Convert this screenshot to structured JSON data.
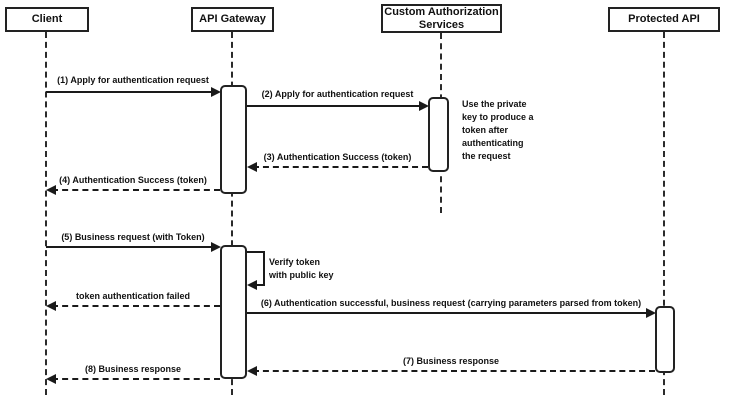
{
  "diagram": {
    "type": "sequence-diagram",
    "colors": {
      "stroke": "#1a1a1a",
      "background": "#ffffff",
      "box_fill": "#ffffff"
    },
    "participants": [
      {
        "label": "Client"
      },
      {
        "label": "API Gateway"
      },
      {
        "label": "Custom Authorization Services"
      },
      {
        "label": "Protected API"
      }
    ],
    "messages": [
      {
        "label": "(1) Apply for authentication request",
        "from": "Client",
        "to": "API Gateway",
        "style": "solid"
      },
      {
        "label": "(2) Apply for authentication request",
        "from": "API Gateway",
        "to": "Custom Authorization Services",
        "style": "solid"
      },
      {
        "label": "(3) Authentication Success (token)",
        "from": "Custom Authorization Services",
        "to": "API Gateway",
        "style": "dashed"
      },
      {
        "label": "(4) Authentication Success (token)",
        "from": "API Gateway",
        "to": "Client",
        "style": "dashed"
      },
      {
        "label": "(5) Business request (with Token)",
        "from": "Client",
        "to": "API Gateway",
        "style": "solid"
      },
      {
        "label": "Verify token\nwith public key",
        "from": "API Gateway",
        "to": "API Gateway",
        "style": "self"
      },
      {
        "label": "token authentication failed",
        "from": "API Gateway",
        "to": "Client",
        "style": "dashed"
      },
      {
        "label": "(6) Authentication successful, business request (carrying parameters parsed from token)",
        "from": "API Gateway",
        "to": "Protected API",
        "style": "solid"
      },
      {
        "label": "(7) Business response",
        "from": "Protected API",
        "to": "API Gateway",
        "style": "dashed"
      },
      {
        "label": "(8) Business response",
        "from": "API Gateway",
        "to": "Client",
        "style": "dashed"
      }
    ],
    "notes": [
      {
        "label": "Use the private\nkey to produce a\ntoken after\nauthenticating\nthe request",
        "attached_to": "Custom Authorization Services"
      }
    ]
  }
}
